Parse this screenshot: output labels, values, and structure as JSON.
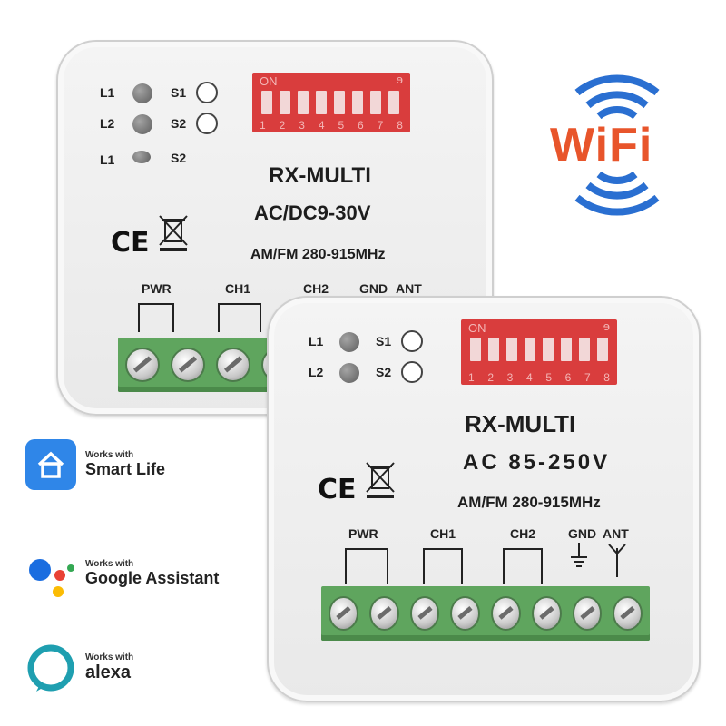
{
  "device_back": {
    "led_labels": [
      "L1",
      "L2",
      "L1"
    ],
    "button_labels": [
      "S1",
      "S2",
      "S2"
    ],
    "dip_on": "ON",
    "dip_numbers": [
      "1",
      "2",
      "3",
      "4",
      "5",
      "6",
      "7",
      "8"
    ],
    "model": "RX-MULTI",
    "voltage": "AC/DC9-30V",
    "freq": "AM/FM 280-915MHz",
    "ce": "CE",
    "terminal_labels": [
      "PWR",
      "CH1",
      "CH2",
      "GND",
      "ANT"
    ]
  },
  "device_front": {
    "led_labels": [
      "L1",
      "L2"
    ],
    "button_labels": [
      "S1",
      "S2"
    ],
    "dip_on": "ON",
    "dip_numbers": [
      "1",
      "2",
      "3",
      "4",
      "5",
      "6",
      "7",
      "8"
    ],
    "model": "RX-MULTI",
    "voltage": "AC 85-250V",
    "freq": "AM/FM 280-915MHz",
    "ce": "CE",
    "terminal_labels": [
      "PWR",
      "CH1",
      "CH2",
      "GND",
      "ANT"
    ]
  },
  "wifi_logo": {
    "text": "WiFi",
    "color_text": "#e8552b",
    "color_arcs": "#2a6fd1"
  },
  "badges": {
    "smart_life": {
      "small": "Works with",
      "big": "Smart Life",
      "icon": "smart-life-house-icon",
      "color": "#2f86e8"
    },
    "google": {
      "small": "Works with",
      "big": "Google Assistant",
      "icon": "google-assistant-icon"
    },
    "alexa": {
      "small": "Works with",
      "big": "alexa",
      "icon": "alexa-ring-icon",
      "color": "#1f9fb0"
    }
  }
}
